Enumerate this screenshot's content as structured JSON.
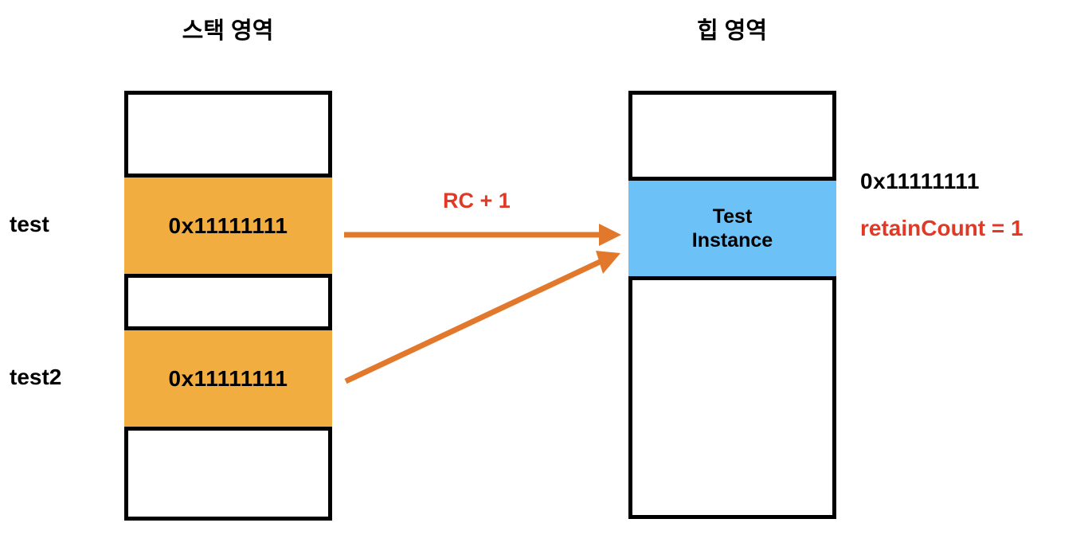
{
  "diagram": {
    "title_stack": "스택 영역",
    "title_heap": "힙 영역",
    "colors": {
      "stack_slot": "#F2AD40",
      "heap_slot": "#6CC1F6",
      "arrow": "#E2782C",
      "accent_red": "#E03A26",
      "border": "#000000"
    }
  },
  "stack": {
    "variables": [
      {
        "name": "test",
        "value": "0x11111111"
      },
      {
        "name": "test2",
        "value": "0x11111111"
      }
    ]
  },
  "heap": {
    "object_label": "Test\nInstance",
    "address": "0x11111111",
    "retain_count_label": "retainCount = 1"
  },
  "arrows": {
    "rc_label": "RC + 1"
  }
}
